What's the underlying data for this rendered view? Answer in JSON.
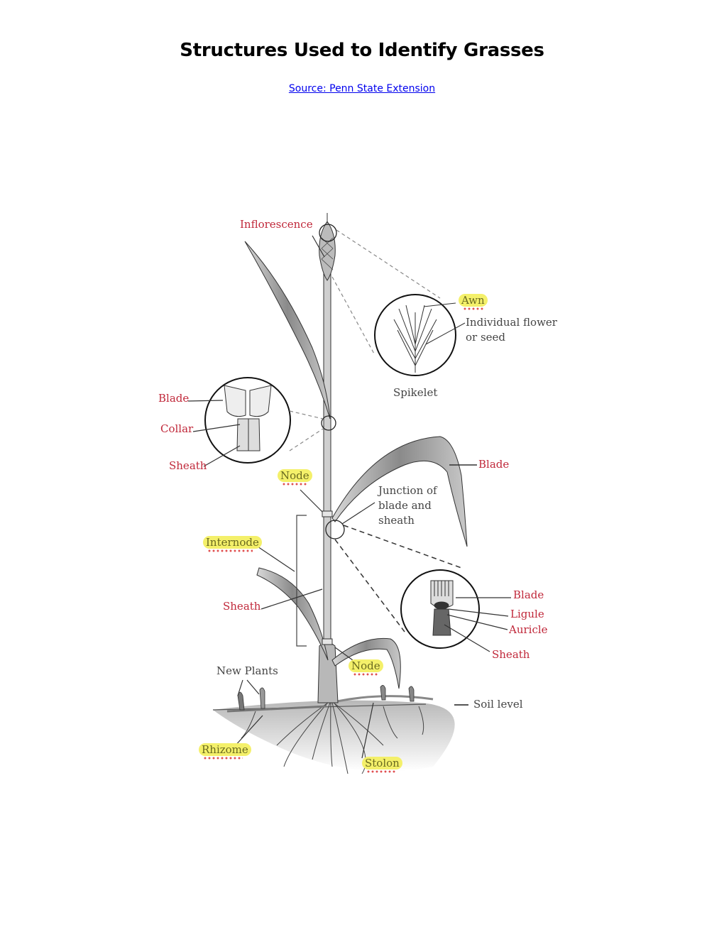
{
  "page": {
    "title": "Structures Used to Identify Grasses",
    "source_link": "Source: Penn State Extension"
  },
  "diagram": {
    "labels": {
      "inflorescence": "Inflorescence",
      "awn": "Awn",
      "individual_flower": "Individual flower",
      "or_seed": "or seed",
      "spikelet": "Spikelet",
      "blade_top": "Blade",
      "collar": "Collar",
      "sheath_top": "Sheath",
      "node_top": "Node",
      "blade_right": "Blade",
      "junction_line1": "Junction of",
      "junction_line2": "blade and",
      "junction_line3": "sheath",
      "internode": "Internode",
      "sheath_mid": "Sheath",
      "blade_detail": "Blade",
      "ligule": "Ligule",
      "auricle": "Auricle",
      "sheath_detail": "Sheath",
      "node_bottom": "Node",
      "new_plants": "New Plants",
      "soil_level": "Soil level",
      "rhizome": "Rhizome",
      "stolon": "Stolon"
    },
    "colors": {
      "label_red": "#c0283a",
      "highlight_yellow": "#f4f06a",
      "link_blue": "#0000ee"
    }
  }
}
